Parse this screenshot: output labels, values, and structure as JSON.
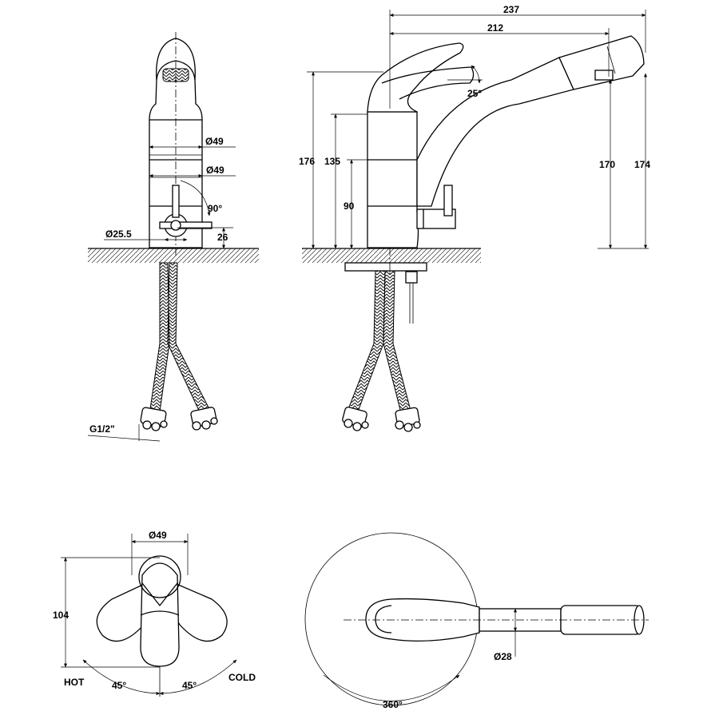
{
  "front_view": {
    "dia_upper": "Ø49",
    "dia_lower": "Ø49",
    "angle": "90°",
    "dia_base": "Ø25.5",
    "height_26": "26",
    "thread": "G1/2\""
  },
  "side_view": {
    "width_237": "237",
    "width_212": "212",
    "angle_25": "25°",
    "height_176": "176",
    "height_135": "135",
    "height_90": "90",
    "height_170": "170",
    "height_174": "174"
  },
  "top_view": {
    "dia": "Ø49",
    "height_104": "104",
    "hot": "HOT",
    "cold": "COLD",
    "angle_left": "45°",
    "angle_right": "45°"
  },
  "rotation_view": {
    "dia_28": "Ø28",
    "rotation": "360°"
  }
}
